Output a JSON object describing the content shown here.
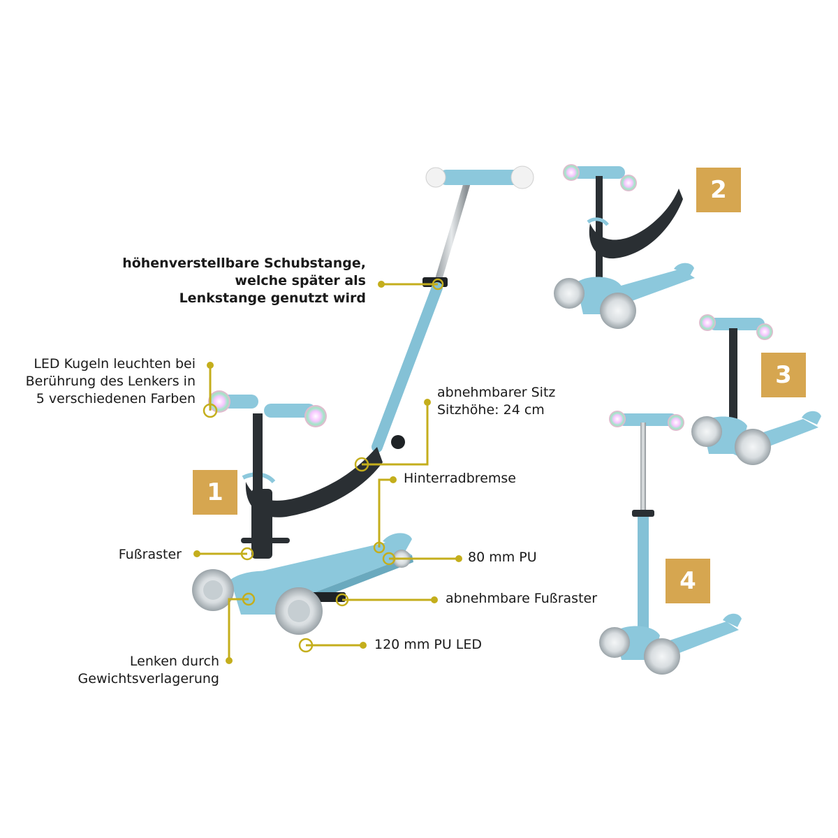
{
  "colors": {
    "accent": "#c4ae1c",
    "badge": "#d6a650",
    "scooter_blue": "#8cc8dc",
    "scooter_dark": "#2a2f33"
  },
  "labels": {
    "push_bar": [
      "höhenverstellbare Schubstange,",
      "welche später als",
      "Lenkstange genutzt wird"
    ],
    "led": [
      "LED Kugeln leuchten bei",
      "Berührung des Lenkers in",
      "5 verschiedenen Farben"
    ],
    "seat": [
      "abnehmbarer Sitz",
      "Sitzhöhe: 24 cm"
    ],
    "brake": "Hinterradbremse",
    "footrest": "Fußraster",
    "rear_wheel": "80 mm PU",
    "removable_footrest": "abnehmbare Fußraster",
    "front_wheels": "120 mm PU LED",
    "lean_steer": [
      "Lenken durch",
      "Gewichtsverlagerung"
    ]
  },
  "badges": [
    "1",
    "2",
    "3",
    "4"
  ]
}
